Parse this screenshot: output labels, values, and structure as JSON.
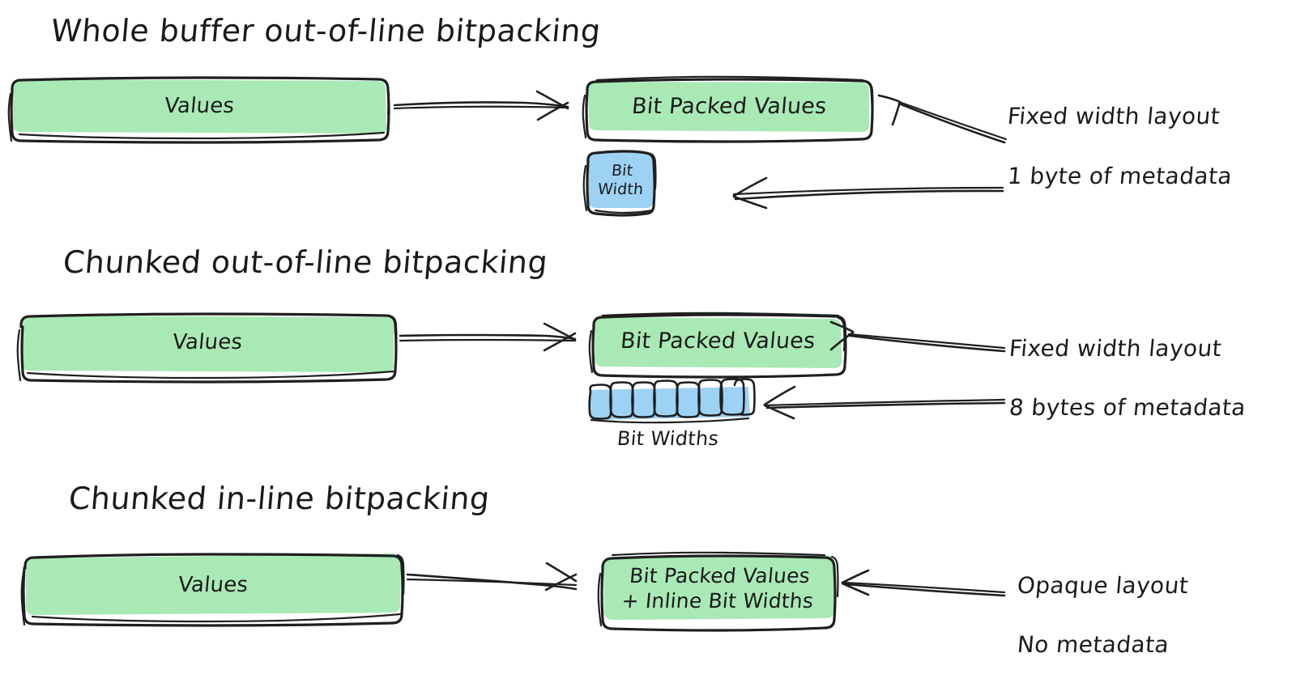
{
  "diagram": {
    "title_kind": "bitpacking-layout-comparison",
    "colors": {
      "green_fill": "#a9e9b5",
      "blue_fill": "#9ed2f5",
      "stroke": "#1f1f1f",
      "text": "#1a1a1a",
      "background": "#ffffff"
    }
  },
  "sections": [
    {
      "id": "whole-buffer",
      "heading": "Whole buffer out-of-line bitpacking",
      "source_box": {
        "label": "Values",
        "fill": "green"
      },
      "arrow": "values-to-packed",
      "target_box": {
        "label": "Bit Packed Values",
        "fill": "green"
      },
      "meta_box": {
        "label": "Bit\nWidth",
        "fill": "blue"
      },
      "annotations": [
        {
          "text": "Fixed width layout",
          "points_to": "target_box"
        },
        {
          "text": "1 byte of metadata",
          "points_to": "meta_box"
        }
      ]
    },
    {
      "id": "chunked-out-of-line",
      "heading": "Chunked out-of-line bitpacking",
      "source_box": {
        "label": "Values",
        "fill": "green"
      },
      "arrow": "values-to-packed",
      "target_box": {
        "label": "Bit Packed Values",
        "fill": "green"
      },
      "meta_chunks": {
        "count": 8,
        "fill": "blue",
        "caption": "Bit Widths"
      },
      "annotations": [
        {
          "text": "Fixed width layout",
          "points_to": "target_box"
        },
        {
          "text": "8 bytes of metadata",
          "points_to": "meta_chunks"
        }
      ]
    },
    {
      "id": "chunked-in-line",
      "heading": "Chunked in-line bitpacking",
      "source_box": {
        "label": "Values",
        "fill": "green"
      },
      "arrow": "values-to-packed",
      "target_box": {
        "label": "Bit Packed Values\n+ Inline Bit Widths",
        "fill": "green"
      },
      "annotations": [
        {
          "text": "Opaque layout",
          "points_to": "target_box"
        },
        {
          "text": "No metadata",
          "points_to": null
        }
      ]
    }
  ]
}
